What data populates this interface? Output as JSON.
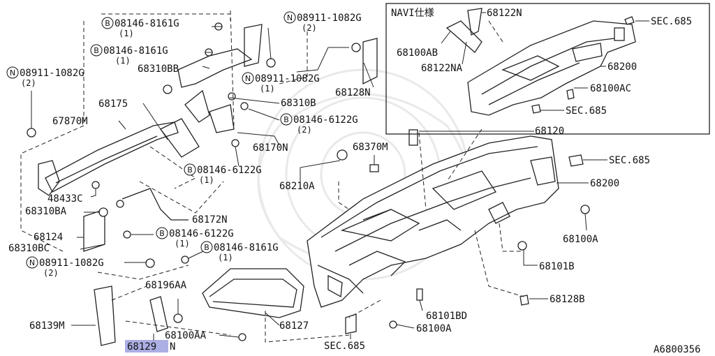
{
  "diagram_id": "A6800356",
  "inset": {
    "title": "NAVI仕様"
  },
  "labels": {
    "l68122N": "68122N",
    "l68100AB": "68100AB",
    "l68122NA": "68122NA",
    "lSEC685a": "SEC.685",
    "l68200a": "68200",
    "l68100AC": "68100AC",
    "lSEC685b": "SEC.685",
    "b08146_8161G_1": "08146-8161G",
    "b08146_8161G_1q": "(1)",
    "b08146_8161G_2": "08146-8161G",
    "b08146_8161G_2q": "(1)",
    "n08911_1082G_1": "08911-1082G",
    "n08911_1082G_1q": "(2)",
    "n08911_1082G_2": "08911-1082G",
    "n08911_1082G_2q": "(2)",
    "n08911_1082G_3": "08911-1082G",
    "n08911_1082G_3q": "(1)",
    "l68310BB": "68310BB",
    "l68128N": "68128N",
    "l68175": "68175",
    "l68310B": "68310B",
    "b08146_6122G_1": "08146-6122G",
    "b08146_6122G_1q": "(2)",
    "l67870M": "67870M",
    "l68170N": "68170N",
    "l68120": "68120",
    "l68370M": "68370M",
    "lSEC685c": "SEC.685",
    "b08146_6122G_2": "08146-6122G",
    "b08146_6122G_2q": "(1)",
    "l68210A": "68210A",
    "l68200b": "68200",
    "l48433C": "48433C",
    "l68310BA": "68310BA",
    "l68172N": "68172N",
    "l68124": "68124",
    "b08146_6122G_3": "08146-6122G",
    "b08146_6122G_3q": "(1)",
    "l68310BC": "68310BC",
    "b08146_8161G_3": "08146-8161G",
    "b08146_8161G_3q": "(1)",
    "l68100A_a": "68100A",
    "n08911_1082G_4": "08911-1082G",
    "n08911_1082G_4q": "(2)",
    "l68101B": "68101B",
    "l68196AA": "68196AA",
    "l68128B": "68128B",
    "l68139M": "68139M",
    "l68127": "68127",
    "l68101BD": "68101BD",
    "l68100A_b": "68100A",
    "l68100AA": "68100AA",
    "l68129N_a": "68129",
    "l68129N_b": "N",
    "lSEC685d": "SEC.685"
  },
  "symbols": {
    "bolt": "B",
    "nut": "N"
  },
  "highlight": {
    "color": "#7f84d6",
    "part": "68129N"
  }
}
